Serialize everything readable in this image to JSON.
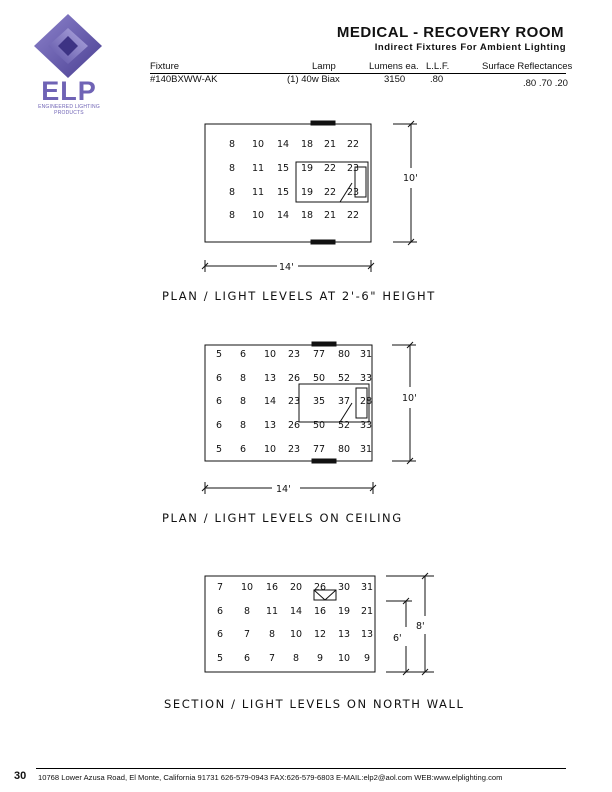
{
  "logo": {
    "word": "ELP",
    "sub_line1": "ENGINEERED LIGHTING",
    "sub_line2": "PRODUCTS",
    "color": "#6f63b5"
  },
  "header": {
    "title": "MEDICAL - RECOVERY ROOM",
    "subtitle": "Indirect Fixtures For Ambient Lighting"
  },
  "spec": {
    "headers": {
      "fixture": "Fixture",
      "lamp": "Lamp",
      "lumens": "Lumens ea.",
      "llf": "L.L.F.",
      "reflect": "Surface Reflectances"
    },
    "values": {
      "fixture": "#140BXWW-AK",
      "lamp": "(1) 40w Biax",
      "lumens": "3150",
      "llf": ".80",
      "reflect": ".80 .70 .20"
    }
  },
  "diagrams": {
    "plan_height": {
      "caption": "PLAN / LIGHT LEVELS AT 2'-6\" HEIGHT",
      "width_label": "14'",
      "height_label": "10'",
      "grid": [
        [
          "8",
          "10",
          "14",
          "18",
          "21",
          "22"
        ],
        [
          "8",
          "11",
          "15",
          "19",
          "22",
          "23"
        ],
        [
          "8",
          "11",
          "15",
          "19",
          "22",
          "23"
        ],
        [
          "8",
          "10",
          "14",
          "18",
          "21",
          "22"
        ]
      ]
    },
    "plan_ceiling": {
      "caption": "PLAN / LIGHT LEVELS ON CEILING",
      "width_label": "14'",
      "height_label": "10'",
      "grid": [
        [
          "5",
          "6",
          "10",
          "23",
          "77",
          "80",
          "31"
        ],
        [
          "6",
          "8",
          "13",
          "26",
          "50",
          "52",
          "33"
        ],
        [
          "6",
          "8",
          "14",
          "23",
          "35",
          "37",
          "28"
        ],
        [
          "6",
          "8",
          "13",
          "26",
          "50",
          "52",
          "33"
        ],
        [
          "5",
          "6",
          "10",
          "23",
          "77",
          "80",
          "31"
        ]
      ]
    },
    "section_wall": {
      "caption": "SECTION / LIGHT LEVELS ON NORTH WALL",
      "overall_label": "8'",
      "inner_label": "6'",
      "grid": [
        [
          "7",
          "10",
          "16",
          "20",
          "26",
          "30",
          "31"
        ],
        [
          "6",
          "8",
          "11",
          "14",
          "16",
          "19",
          "21"
        ],
        [
          "6",
          "7",
          "8",
          "10",
          "12",
          "13",
          "13"
        ],
        [
          "5",
          "6",
          "7",
          "8",
          "9",
          "10",
          "9"
        ]
      ]
    }
  },
  "footer": {
    "page_number": "30",
    "text": "10768 Lower Azusa Road, El Monte, California 91731  626-579-0943 FAX:626-579-6803  E-MAIL:elp2@aol.com  WEB:www.elplighting.com"
  }
}
